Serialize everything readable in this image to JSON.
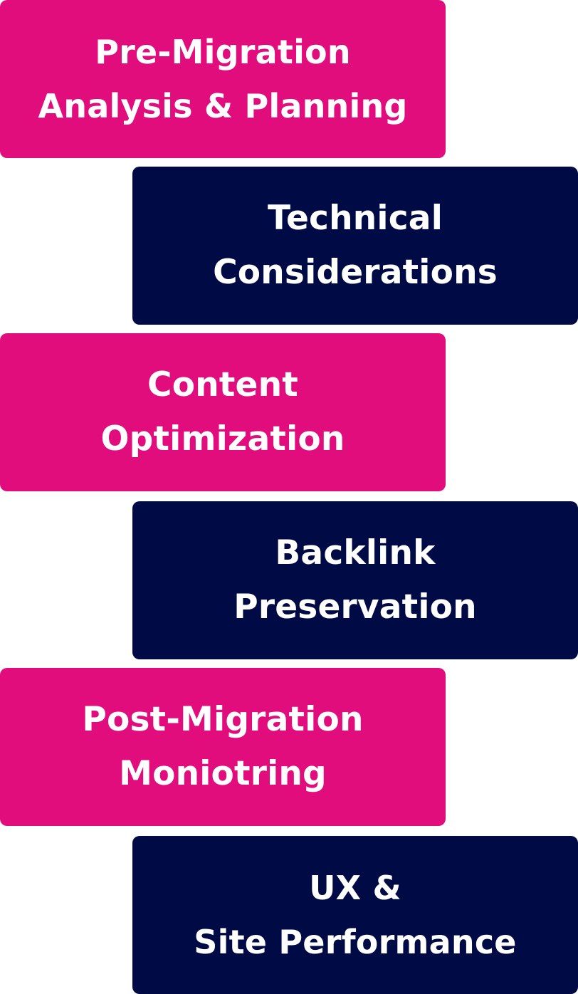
{
  "steps": [
    {
      "line1": "Pre-Migration",
      "line2": "Analysis & Planning",
      "color": "#e20d7d"
    },
    {
      "line1": "Technical",
      "line2": "Considerations",
      "color": "#000a45"
    },
    {
      "line1": "Content",
      "line2": "Optimization",
      "color": "#e20d7d"
    },
    {
      "line1": "Backlink",
      "line2": "Preservation",
      "color": "#000a45"
    },
    {
      "line1": "Post-Migration",
      "line2": "Moniotring",
      "color": "#e20d7d"
    },
    {
      "line1": "UX &",
      "line2": "Site Performance",
      "color": "#000a45"
    }
  ]
}
